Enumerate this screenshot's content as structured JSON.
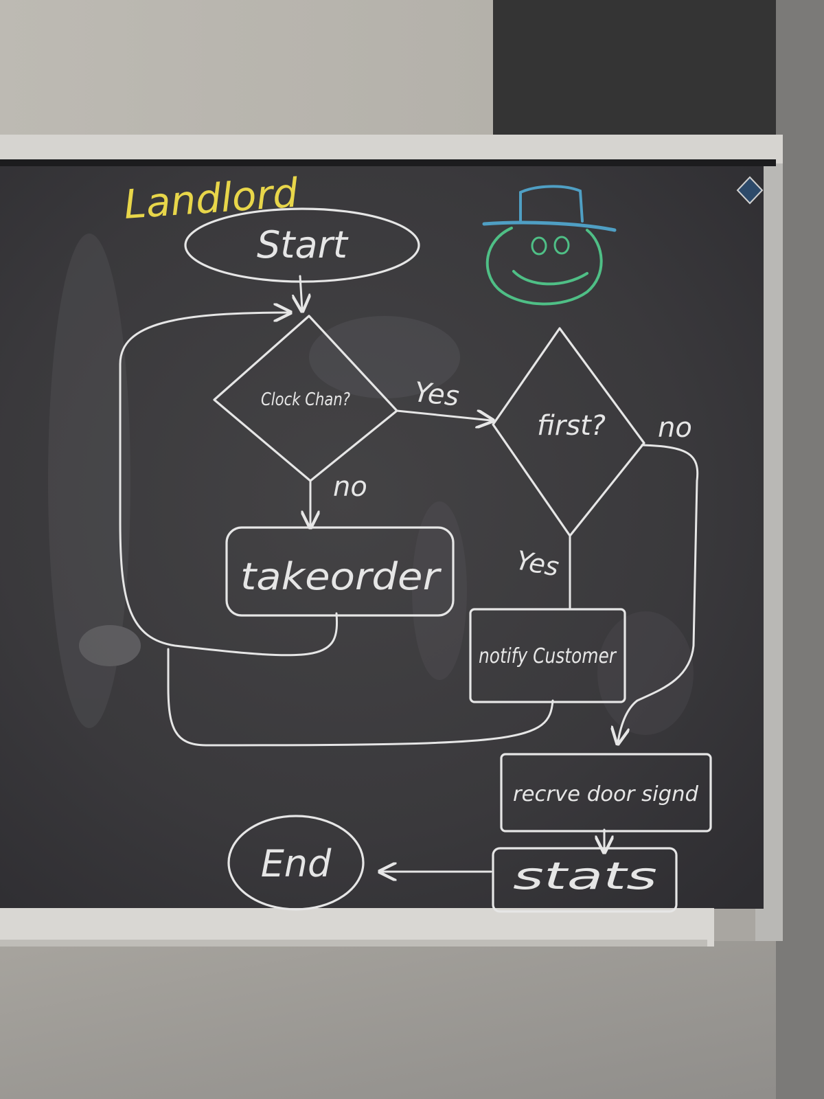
{
  "title": "Landlord",
  "nodes": {
    "start": "Start",
    "decision1": "Clock Chan?",
    "decision2": "first?",
    "take_order": "takeorder",
    "notify": "notify Customer",
    "receive": "recrve door signd",
    "stats": "stats",
    "end": "End"
  },
  "edge_labels": {
    "decision1_yes": "Yes",
    "decision1_no": "no",
    "decision2_yes": "Yes",
    "decision2_no": "no"
  },
  "colors": {
    "board": "#3a393c",
    "chalk": "#e6e6e6",
    "title_chalk": "#e8d64a",
    "hat_chalk": "#4f9fc4",
    "face_chalk": "#4fbf86"
  },
  "decorations": [
    "smiley-face-with-hat"
  ]
}
